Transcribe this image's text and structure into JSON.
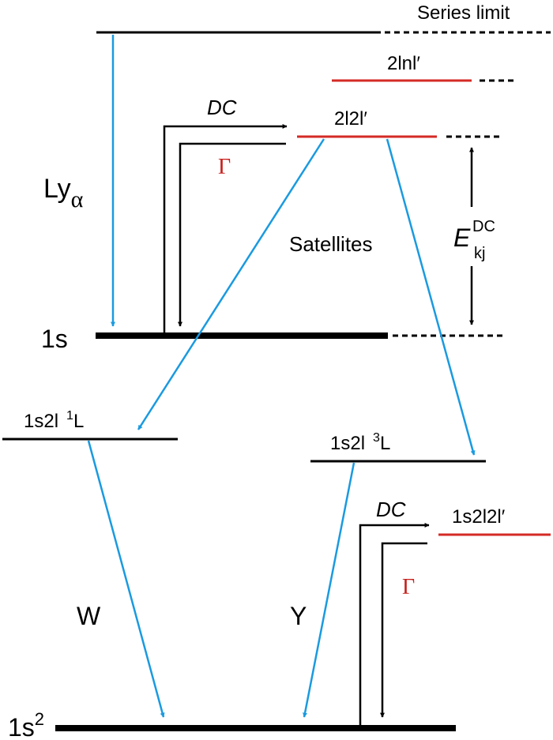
{
  "levels": {
    "series_limit": "Series limit",
    "two_l_n_l": "2lnl′",
    "two_l_two_l": "2l2l′",
    "one_s": "1s",
    "one_s_two_l_singlet": {
      "base": "1s2l",
      "sup": "1",
      "tail": "L"
    },
    "one_s_two_l_triplet": {
      "base": "1s2l",
      "sup": "3",
      "tail": "L"
    },
    "one_s_two_l_two_l": "1s2l2l′",
    "one_s_squared": {
      "base": "1s",
      "sup": "2"
    }
  },
  "transitions": {
    "ly_alpha": {
      "base": "Ly",
      "sub": "α"
    },
    "dc_upper": "DC",
    "gamma_upper": "Γ",
    "dc_lower": "DC",
    "gamma_lower": "Γ",
    "satellites": "Satellites",
    "energy": {
      "base": "E",
      "sup": "DC",
      "sub": "kj"
    },
    "w": "W",
    "y": "Y"
  },
  "colors": {
    "level_black": "#000000",
    "level_red": "#d42a25",
    "arrow_blue": "#1a9ae0",
    "gamma_red": "#c8201c"
  }
}
